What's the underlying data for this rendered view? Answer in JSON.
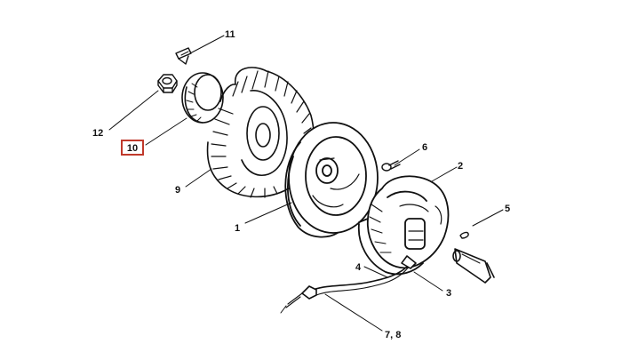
{
  "diagram": {
    "callouts": [
      {
        "id": "1",
        "label": "1"
      },
      {
        "id": "2",
        "label": "2"
      },
      {
        "id": "3",
        "label": "3"
      },
      {
        "id": "4",
        "label": "4"
      },
      {
        "id": "5",
        "label": "5"
      },
      {
        "id": "6",
        "label": "6"
      },
      {
        "id": "7",
        "label": "7, 8"
      },
      {
        "id": "9",
        "label": "9"
      },
      {
        "id": "10",
        "label": "10"
      },
      {
        "id": "11",
        "label": "11"
      },
      {
        "id": "12",
        "label": "12"
      }
    ],
    "highlight_color": "#c0392b"
  }
}
